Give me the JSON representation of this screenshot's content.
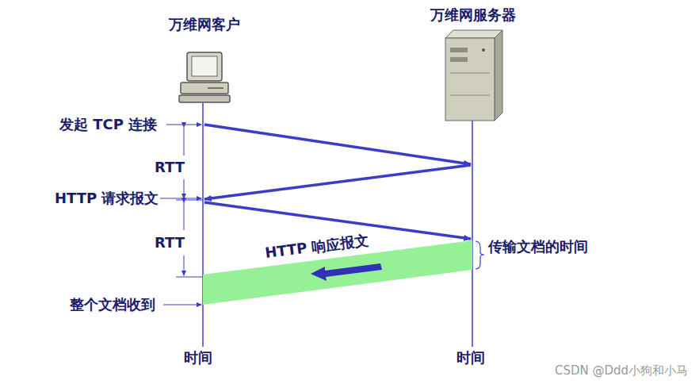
{
  "diagram": {
    "nodes": [
      {
        "text": [
          "万维网客户"
        ]
      },
      {
        "text": [
          "万维网服务器"
        ]
      }
    ],
    "labels": [
      "发起 TCP 连接",
      "RTT",
      "HTTP 请求报文",
      "RTT",
      "HTTP 响应报文",
      "传输文档的时间",
      "整个文档收到",
      "时间",
      "时间",
      "CSDN @Ddd小狗和小马"
    ]
  }
}
